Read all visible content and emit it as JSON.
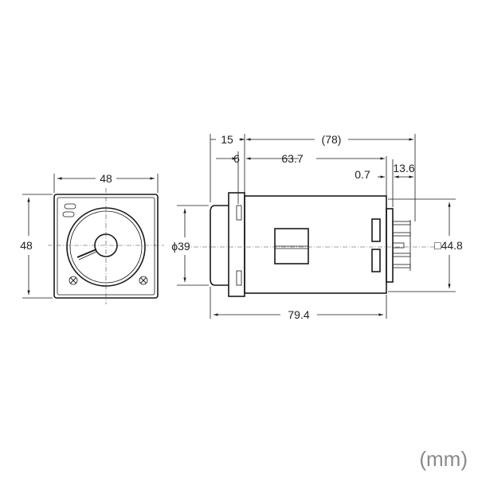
{
  "front_view": {
    "width_label": "48",
    "height_label": "48"
  },
  "side_view": {
    "dim_15": "15",
    "dim_78": "(78)",
    "dim_6": "6",
    "dim_63_7": "63.7",
    "dim_0_7": "0.7",
    "dim_13_6": "13.6",
    "dim_phi39": "ϕ39",
    "dim_sq44_8": "□44.8",
    "dim_79_4": "79.4"
  },
  "unit": "(mm)"
}
